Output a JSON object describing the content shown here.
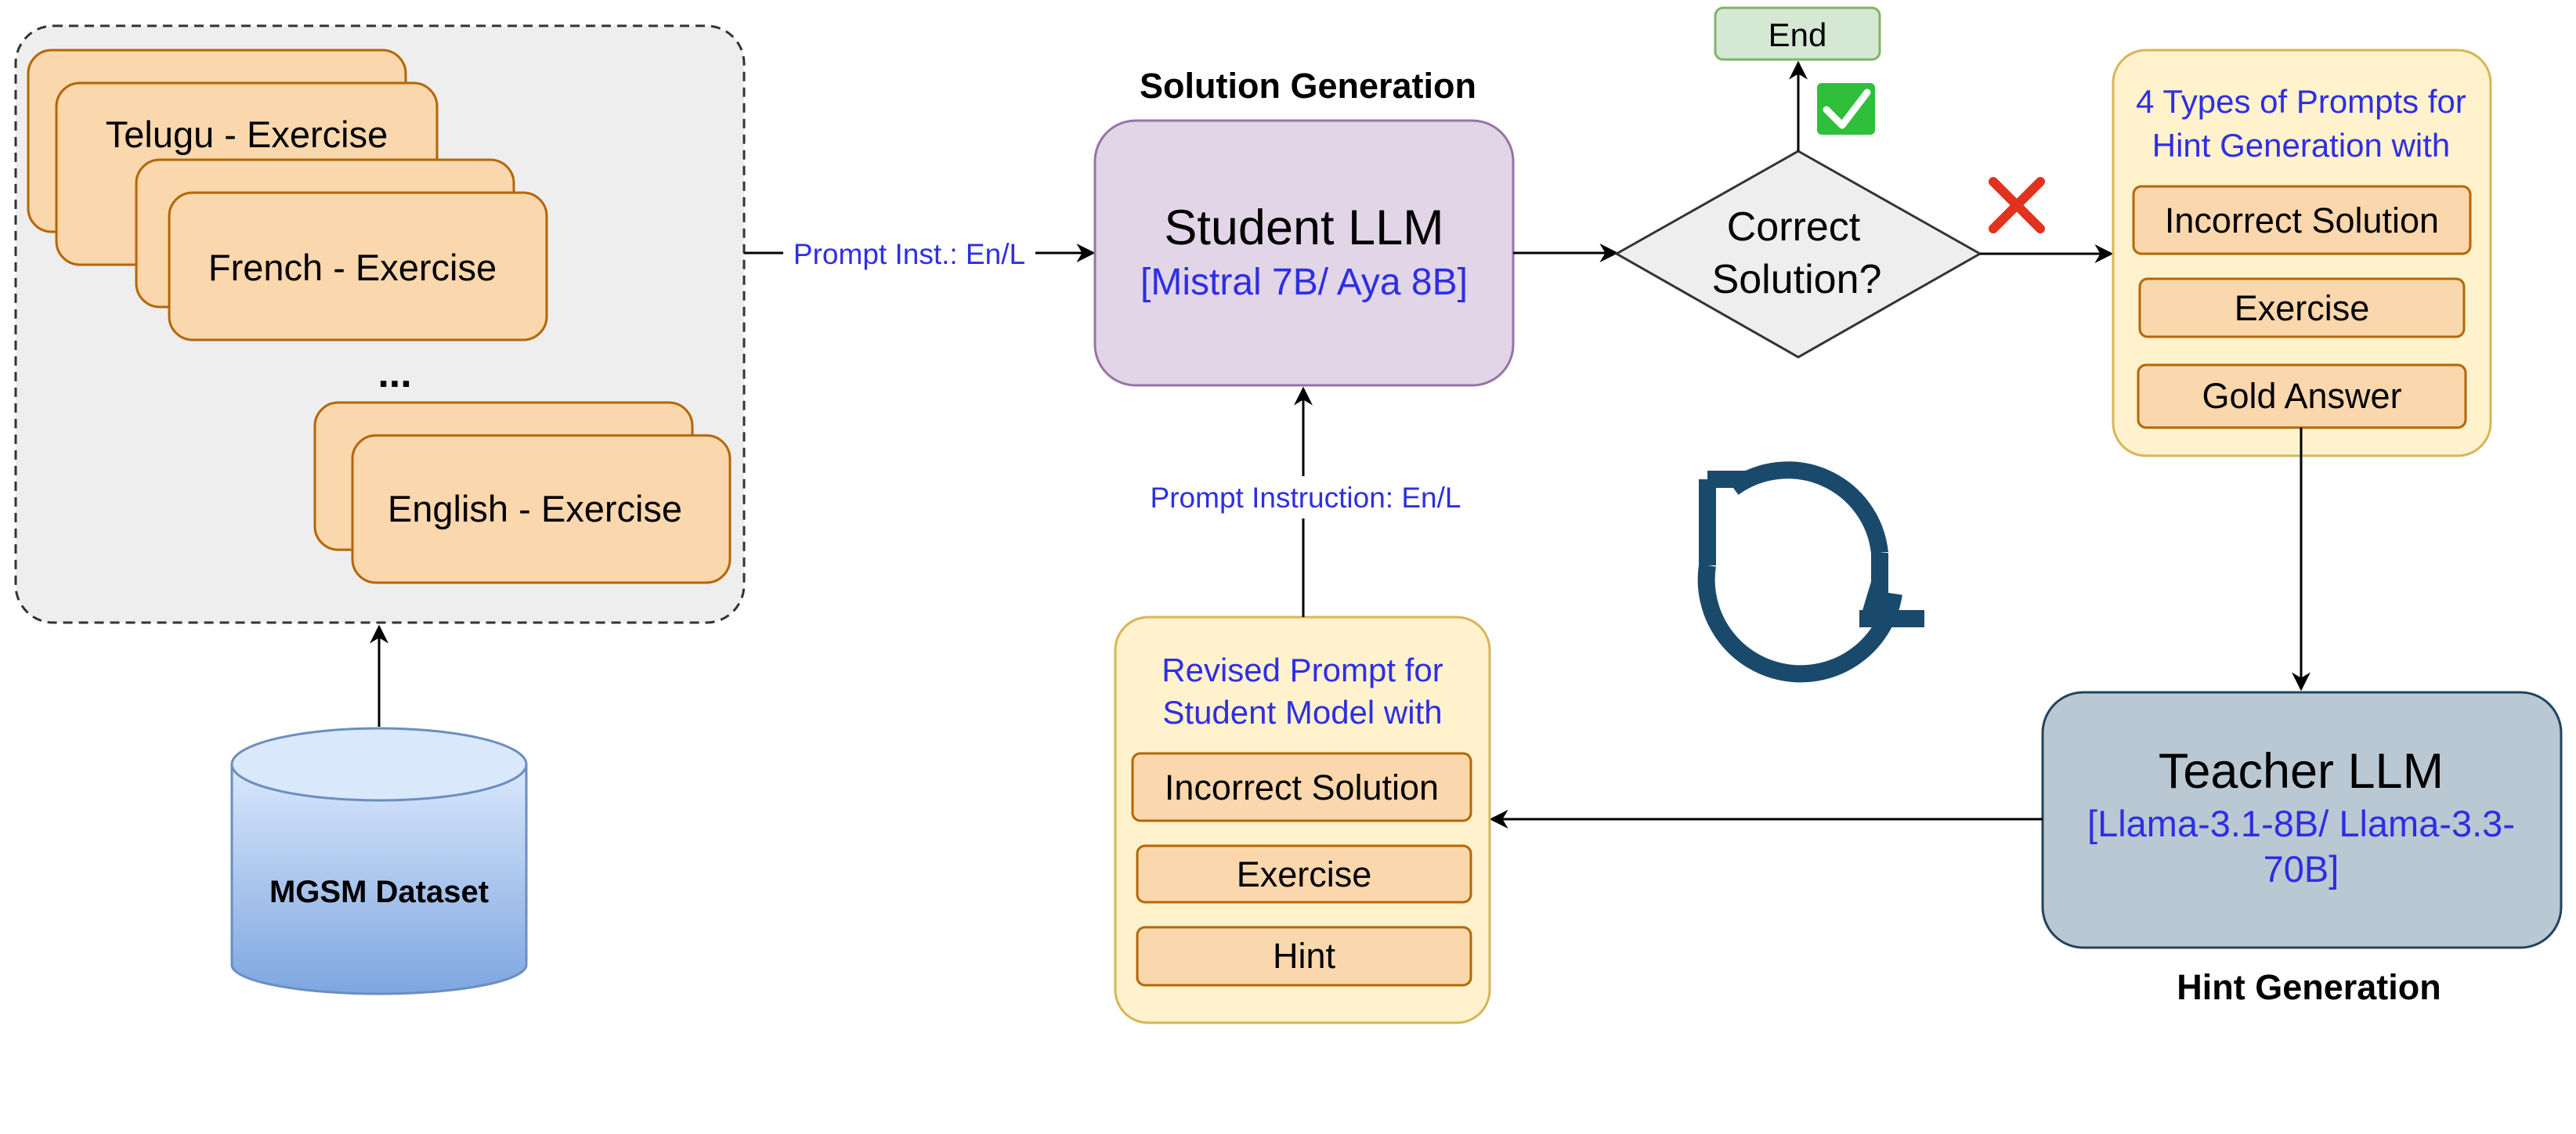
{
  "colors": {
    "exercise_fill": "#fad7ac",
    "exercise_stroke": "#b46504",
    "dataset_group_fill": "#eeeeee",
    "student_fill": "#e1d5e7",
    "student_stroke": "#9673a6",
    "prompt_panel_fill": "#fff2cc",
    "prompt_panel_stroke": "#d6b656",
    "teacher_fill": "#bac8d3",
    "teacher_stroke": "#23445d",
    "end_fill": "#d5e8d4",
    "end_stroke": "#82b366",
    "decision_fill": "#eeeeee",
    "blue_text": "#2e2ee6",
    "cycle_icon": "#194a6b",
    "cross_mark": "#e0321e",
    "check_mark": "#2fbf3a"
  },
  "dataset": {
    "exercises": [
      "Telugu - Exercise",
      "French - Exercise",
      "English - Exercise"
    ],
    "ellipsis": "...",
    "database_label": "MGSM Dataset"
  },
  "edges": {
    "prompt_inst_label": "Prompt Inst.: En/L",
    "prompt_instruction_label": "Prompt Instruction: En/L"
  },
  "solution_generation": {
    "heading": "Solution Generation",
    "title": "Student LLM",
    "models": "[Mistral 7B/ Aya 8B]"
  },
  "decision": {
    "line1": "Correct",
    "line2": "Solution?",
    "end_label": "End",
    "correct_icon": "check-mark-icon",
    "incorrect_icon": "cross-mark-icon"
  },
  "hint_prompt_panel": {
    "title_line1": "4 Types of Prompts for",
    "title_line2": "Hint Generation with",
    "items": [
      "Incorrect Solution",
      "Exercise",
      "Gold Answer"
    ]
  },
  "hint_generation": {
    "heading": "Hint Generation",
    "title": "Teacher LLM",
    "models_line1": "[Llama-3.1-8B/ Llama-3.3-",
    "models_line2": "70B]"
  },
  "revised_prompt_panel": {
    "title_line1": "Revised Prompt for",
    "title_line2": "Student Model with",
    "items": [
      "Incorrect Solution",
      "Exercise",
      "Hint"
    ]
  },
  "cycle_icon": "refresh-cycle-icon"
}
